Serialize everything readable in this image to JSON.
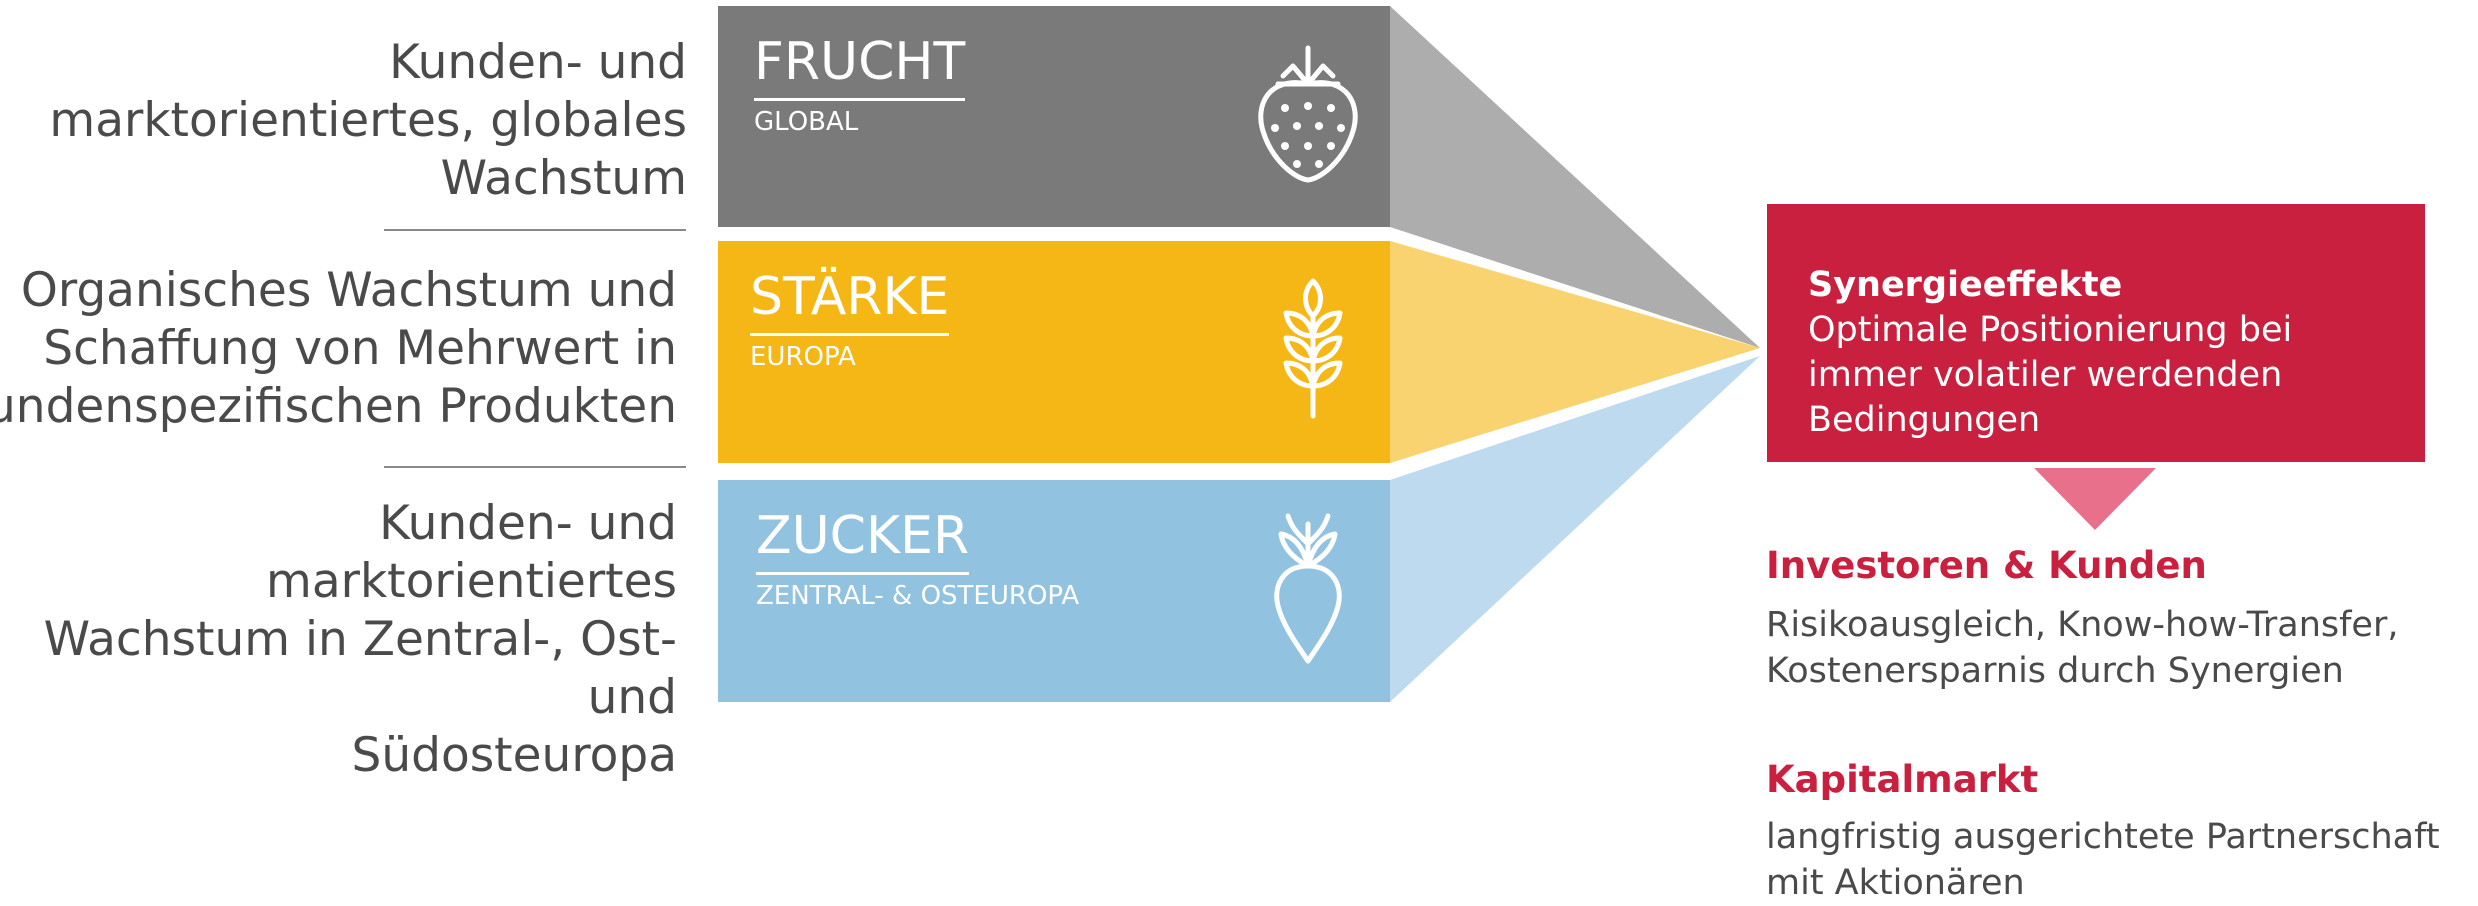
{
  "left_labels": [
    {
      "lines": [
        "Kunden- und",
        "marktorientiertes, globales",
        "Wachstum"
      ]
    },
    {
      "lines": [
        "Organisches Wachstum und",
        "Schaffung von Mehrwert in",
        "kundenspezifischen Produkten"
      ]
    },
    {
      "lines": [
        "Kunden- und marktorientiertes",
        "Wachstum in Zentral-, Ost- und",
        "Südosteuropa"
      ]
    }
  ],
  "segments": [
    {
      "title": "FRUCHT",
      "region": "GLOBAL",
      "color": "#7a7a7a",
      "funnel_color": "#adadad",
      "icon": "strawberry-icon"
    },
    {
      "title": "STÄRKE",
      "region": "EUROPA",
      "color": "#f4b716",
      "funnel_color": "#f8d36f",
      "icon": "wheat-icon"
    },
    {
      "title": "ZUCKER",
      "region": "ZENTRAL- & OSTEUROPA",
      "color": "#91c3e1",
      "funnel_color": "#bddaee",
      "icon": "beet-icon"
    }
  ],
  "synergy": {
    "title": "Synergieeffekte",
    "text": "Optimale Positionierung bei immer volatiler werdenden Bedingungen",
    "color": "#c8203e",
    "arrow_color": "#e8708a"
  },
  "benefits": [
    {
      "heading": "Investoren & Kunden",
      "text": "Risikoausgleich, Know-how-Transfer, Kostenersparnis durch Synergien"
    },
    {
      "heading": "Kapitalmarkt",
      "text": "langfristig ausgerichtete Partnerschaft mit Aktionären"
    }
  ]
}
